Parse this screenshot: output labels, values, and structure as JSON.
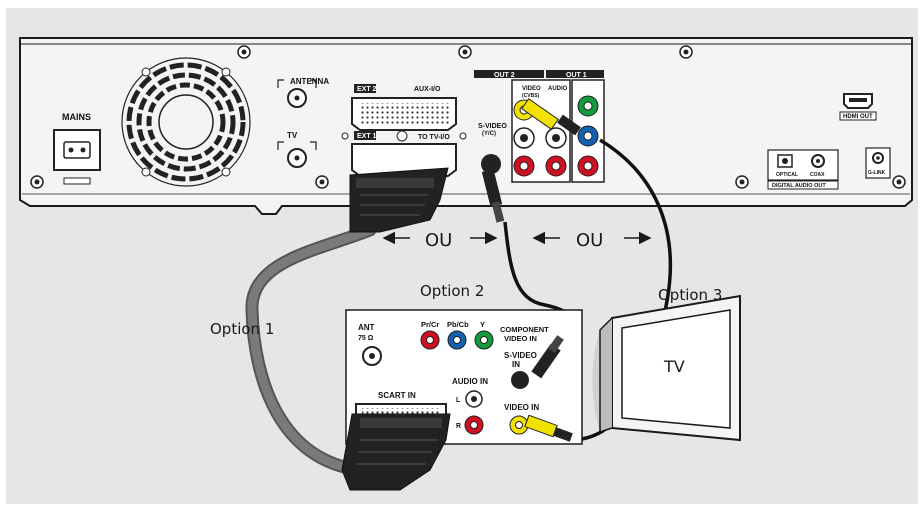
{
  "recorder": {
    "mains": "MAINS",
    "antenna": "ANTENNA",
    "tv": "TV",
    "ext2": "EXT 2",
    "aux_io": "AUX-I/O",
    "ext1": "EXT 1",
    "to_tv_io": "TO TV-I/O",
    "out2": "OUT 2",
    "out1": "OUT 1",
    "svideo": "S-VIDEO",
    "svideo_sub": "(Y/C)",
    "video_cvbs": "VIDEO",
    "video_cvbs_sub": "(CVBS)",
    "audio": "AUDIO",
    "hdmi_out": "HDMI OUT",
    "optical": "OPTICAL",
    "coax": "COAX",
    "digital_audio_out": "DIGITAL AUDIO OUT",
    "g_link": "G-LINK"
  },
  "arrows": {
    "ou_left": "OU",
    "ou_right": "OU"
  },
  "options": {
    "option1": "Option 1",
    "option2": "Option 2",
    "option3": "Option 3"
  },
  "tv_panel": {
    "ant": "ANT",
    "ant_ohm": "75 Ω",
    "pr_cr": "Pr/Cr",
    "pb_cb": "Pb/Cb",
    "y": "Y",
    "component": "COMPONENT",
    "video_in": "VIDEO IN",
    "svideo": "S-VIDEO",
    "svideo_in": "IN",
    "audio_in": "AUDIO IN",
    "audio_l": "L",
    "audio_r": "R",
    "scart_in": "SCART IN",
    "video_in2": "VIDEO IN"
  },
  "tv": {
    "label": "TV"
  },
  "colors": {
    "background": "#e6e6e6",
    "recorder_body": "#f4f4f4",
    "scart": "#222222",
    "cable_gray": "#7a7a7a",
    "cable_black": "#111111",
    "yellow": "#f2e200",
    "red": "#d01020",
    "blue": "#1460b0",
    "green": "#139a3c"
  }
}
